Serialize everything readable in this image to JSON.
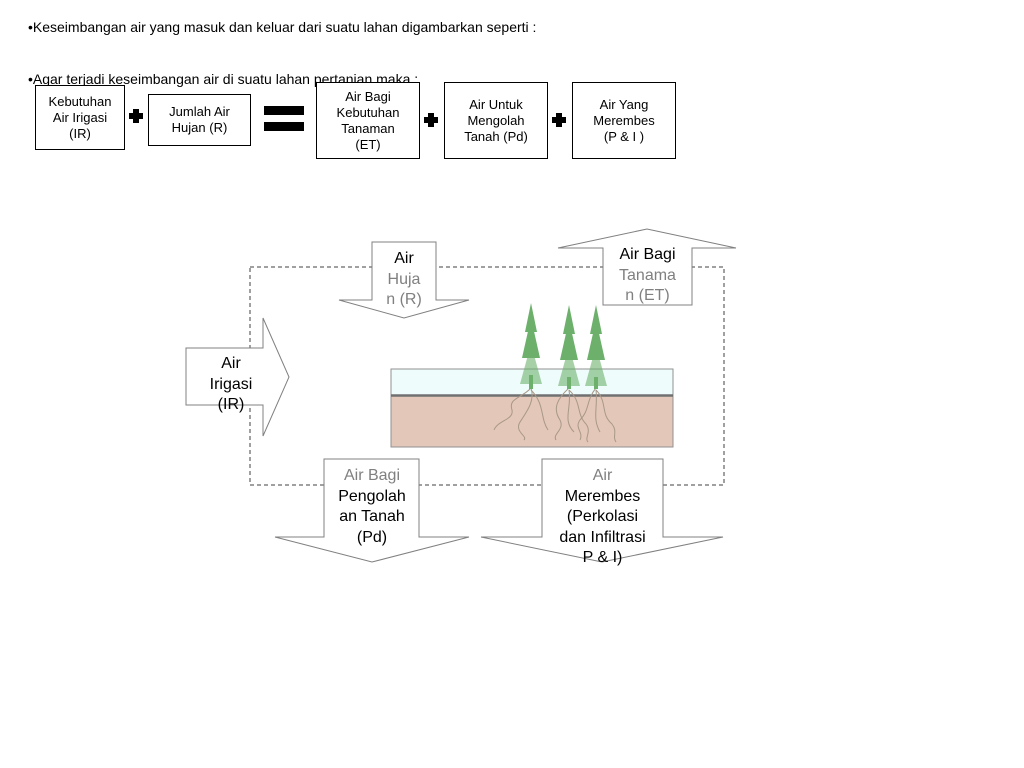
{
  "bullets": [
    "•Keseimbangan air yang masuk dan keluar dari suatu lahan digambarkan seperti :",
    "•Agar terjadi keseimbangan air di suatu lahan pertanian maka :"
  ],
  "equation": {
    "ir": "Kebutuhan\nAir Irigasi\n(IR)",
    "r": "Jumlah Air\nHujan (R)",
    "et": "Air Bagi\nKebutuhan\nTanaman\n(ET)",
    "pd": "Air Untuk\nMengolah\nTanah (Pd)",
    "pi": "Air Yang\nMerembes\n(P & I )",
    "plus_symbol": "plus-icon",
    "equals_symbol": "equals-icon"
  },
  "diagram": {
    "hujan": [
      "Air",
      "Huja",
      "n (R)"
    ],
    "irigasi": [
      "Air",
      "Irigasi",
      "(IR)"
    ],
    "tanaman": [
      "Air Bagi",
      "Tanama",
      "n (ET)"
    ],
    "olah": [
      "Air Bagi",
      "Pengolah",
      "an Tanah",
      "(Pd)"
    ],
    "rembes": [
      "Air",
      "Merembes",
      "(Perkolasi",
      "dan Infiltrasi",
      "P & I)"
    ]
  },
  "colors": {
    "soil": "#e3c7b8",
    "water": "#effcfc",
    "tree": "#6cb06c",
    "root": "#a89888",
    "arrow_stroke": "#808080"
  }
}
